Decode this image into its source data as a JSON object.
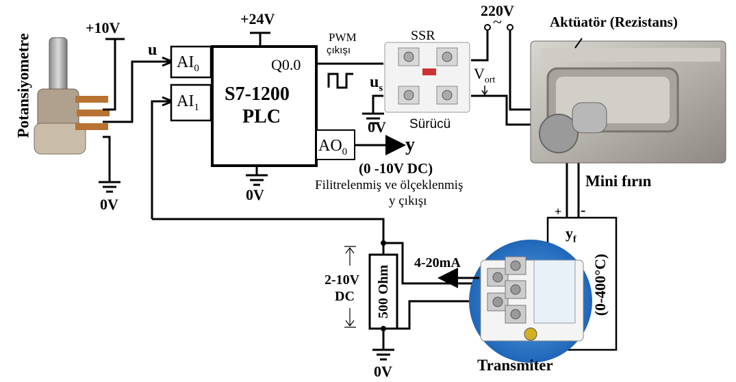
{
  "labels": {
    "potentiometer": "Potansiyometre",
    "plus10v": "+10V",
    "u": "u",
    "ai0": "AI",
    "ai0_sub": "0",
    "ai1": "AI",
    "ai1_sub": "1",
    "plus24v": "+24V",
    "q00": "Q0.0",
    "plc_line1": "S7-1200",
    "plc_line2": "PLC",
    "ao0": "AO",
    "ao0_sub": "0",
    "y": "y",
    "range_0_10": "(0 -10V DC)",
    "filtered_1": "Filitrelenmiş ve ölçeklenmiş",
    "filtered_2": "y çıkışı",
    "pwm_1": "PWM",
    "pwm_2": "çıkışı",
    "ssr": "SSR",
    "us": "u",
    "us_sub": "s",
    "v220": "220V",
    "ac_symbol": "~",
    "vort": "V",
    "vort_sub": "ort",
    "driver": "Sürücü",
    "actuator": "Aktüatör (Rezistans)",
    "oven": "Mini fırın",
    "zero_v_pot": "0V",
    "zero_v_plc": "0V",
    "zero_v_ssr": "0V",
    "zero_v_res": "0V",
    "plus": "+",
    "minus": "-",
    "yf": "y",
    "yf_sub": "f",
    "temp_range": "(0-400°C)",
    "ma": "4-20mA",
    "dc_range_1": "2-10V",
    "dc_range_2": "DC",
    "resistor": "500 Ohm",
    "transmitter": "Transmiter"
  }
}
